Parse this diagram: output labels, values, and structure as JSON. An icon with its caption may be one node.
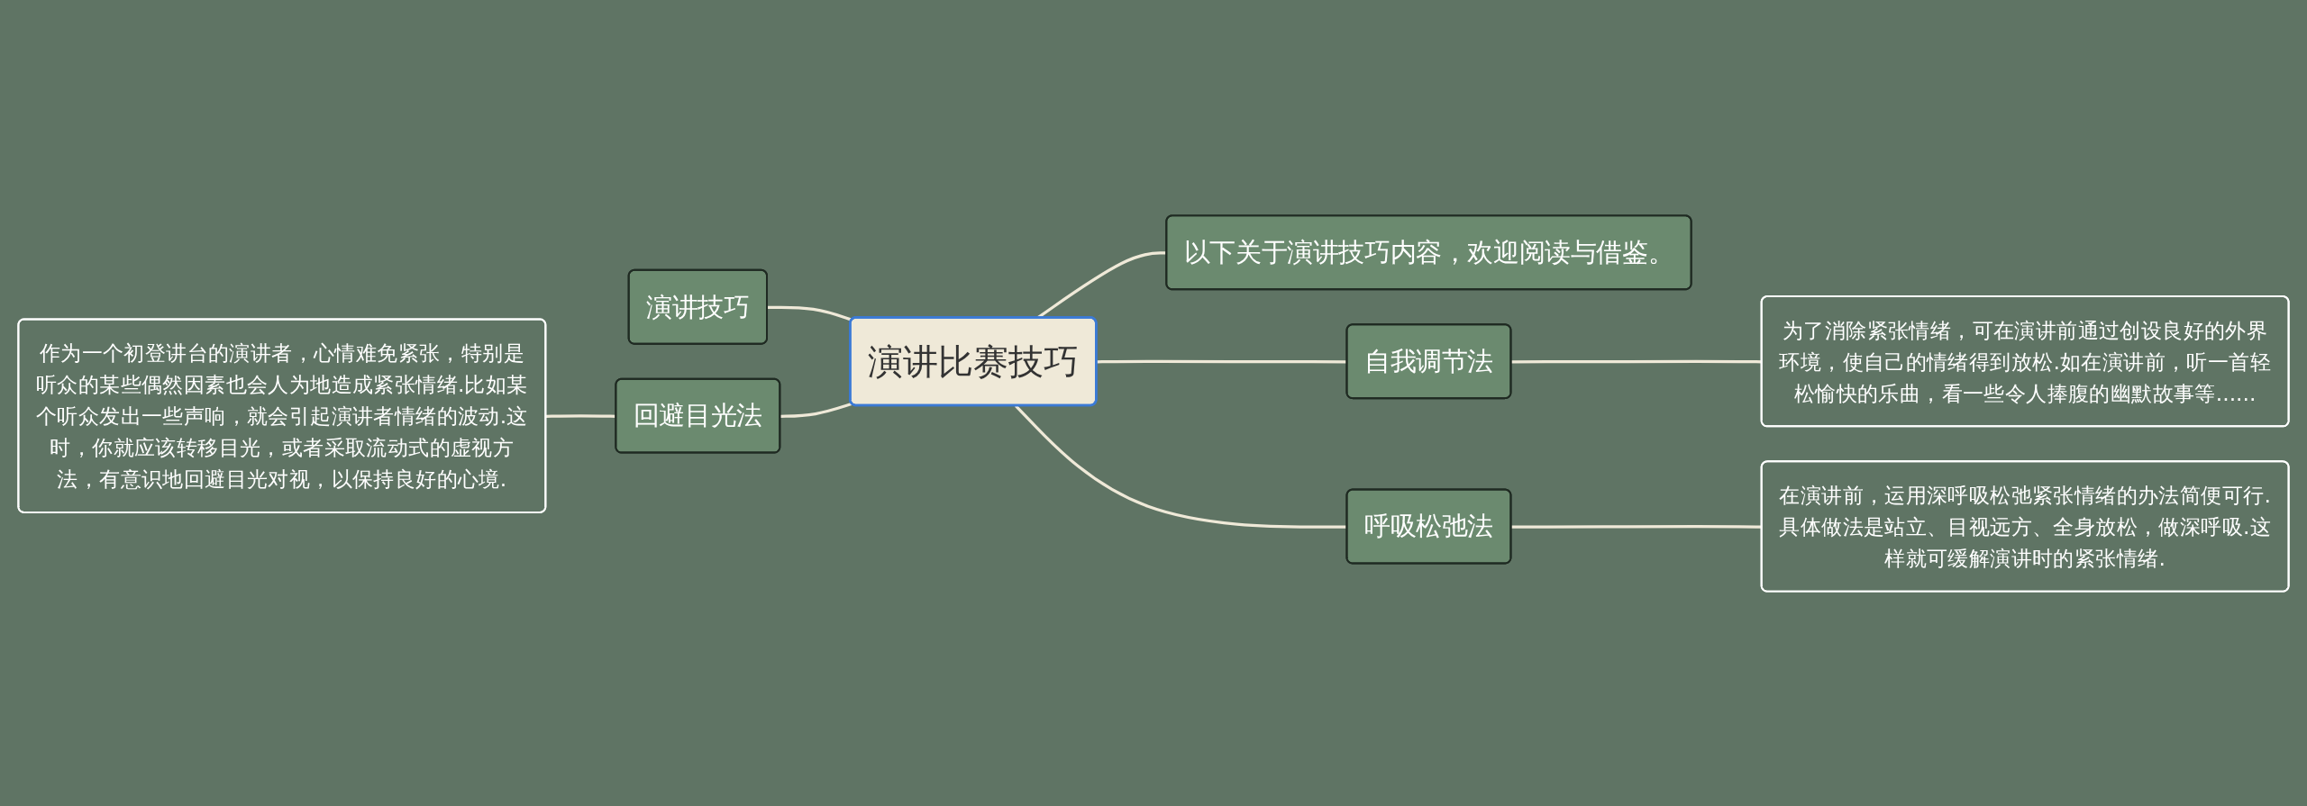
{
  "diagram": {
    "nodes": [
      {
        "text": [
          "演讲比赛技巧"
        ]
      },
      {
        "text": [
          "演讲技巧"
        ]
      },
      {
        "text": [
          "回避目光法"
        ]
      },
      {
        "text": [
          "作为一个初登讲台的演讲者，心情难免紧张，特别是听众的某些偶然因素也会人为地造成紧张情绪.比如某个听众发出一些声响，就会引起演讲者情绪的波动.这时，你就应该转移目光，或者采取流动式的虚视方法，有意识地回避目光对视，以保持良好的心境."
        ]
      },
      {
        "text": [
          "以下关于演讲技巧内容，欢迎阅读与借鉴。"
        ]
      },
      {
        "text": [
          "自我调节法"
        ]
      },
      {
        "text": [
          "为了消除紧张情绪，可在演讲前通过创设良好的外界环境，使自己的情绪得到放松.如在演讲前，听一首轻松愉快的乐曲，看一些令人捧腹的幽默故事等......"
        ]
      },
      {
        "text": [
          "呼吸松弛法"
        ]
      },
      {
        "text": [
          "在演讲前，运用深呼吸松弛紧张情绪的办法简便可行.具体做法是站立、目视远方、全身放松，做深呼吸.这样就可缓解演讲时的紧张情绪."
        ]
      }
    ],
    "edges": [
      {
        "from": 1,
        "to": 0,
        "arrow": "none"
      },
      {
        "from": 3,
        "to": 2,
        "arrow": "none"
      },
      {
        "from": 2,
        "to": 0,
        "arrow": "none"
      },
      {
        "from": 0,
        "to": 4,
        "arrow": "none"
      },
      {
        "from": 0,
        "to": 5,
        "arrow": "none"
      },
      {
        "from": 5,
        "to": 6,
        "arrow": "none"
      },
      {
        "from": 0,
        "to": 7,
        "arrow": "none"
      },
      {
        "from": 7,
        "to": 8,
        "arrow": "none"
      }
    ]
  }
}
